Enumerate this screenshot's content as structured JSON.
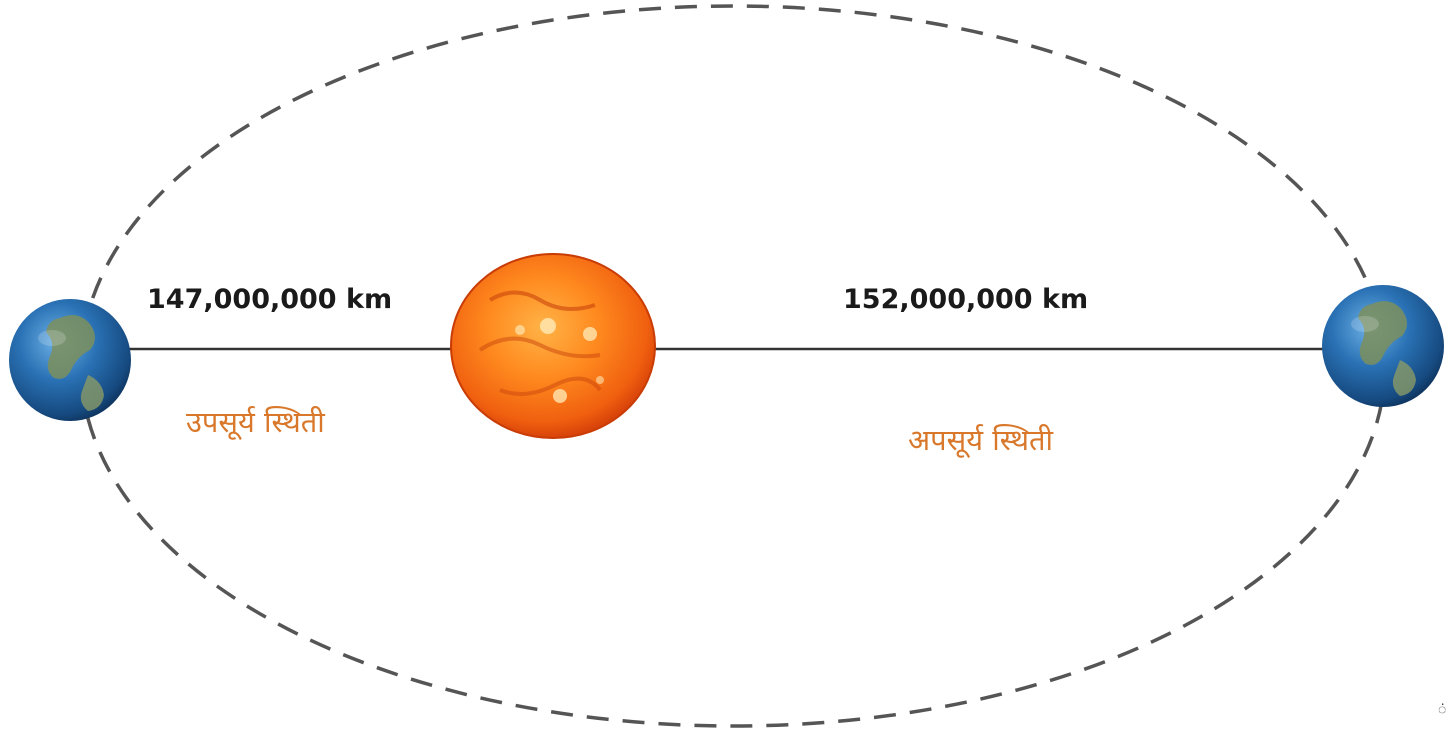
{
  "perihelion": {
    "distance": "147,000,000 km",
    "label": "उपसूर्य स्थिती"
  },
  "aphelion": {
    "distance": "152,000,000 km",
    "label": "अपसूर्य स्थिती"
  },
  "edge_mark": "ं",
  "colors": {
    "label_orange": "#d9782b",
    "orbit_dash": "#555555",
    "axis_line": "#333333",
    "sun_core": "#ff9a2e",
    "sun_edge": "#e0470c",
    "earth_ocean": "#1f5d99",
    "earth_land": "#7d8f5c"
  }
}
